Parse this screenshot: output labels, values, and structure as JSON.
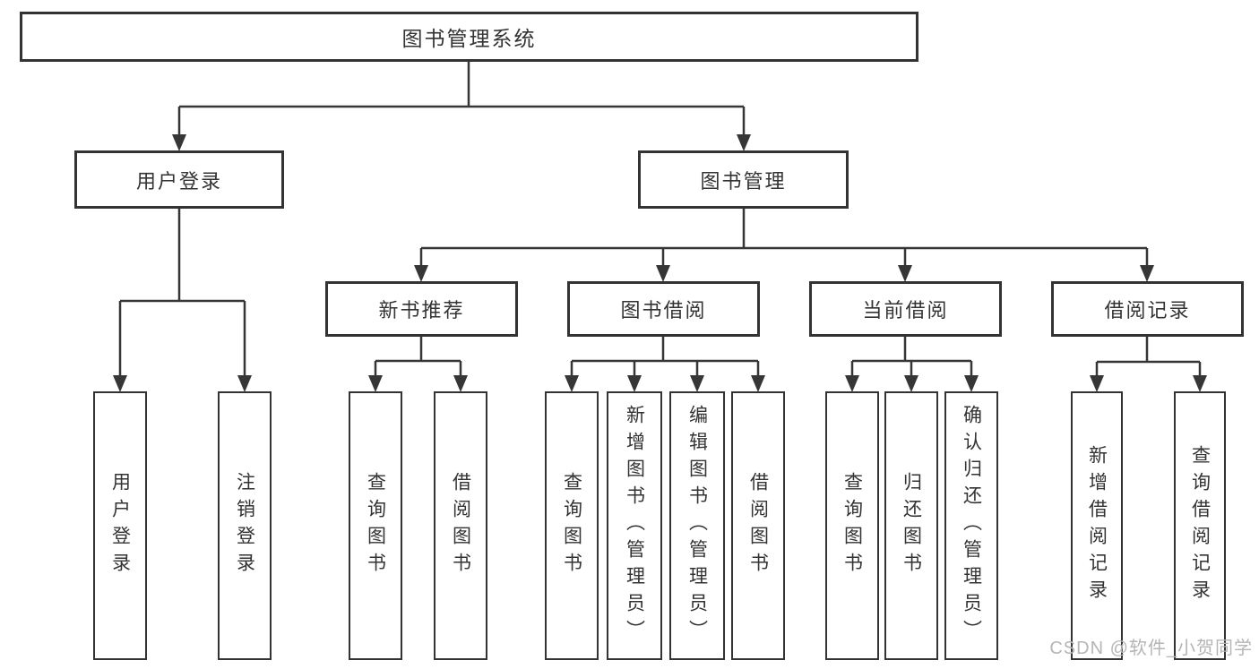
{
  "tree": {
    "label": "图书管理系统",
    "children": [
      {
        "label": "用户登录",
        "children": [
          {
            "label": "用户登录"
          },
          {
            "label": "注销登录"
          }
        ]
      },
      {
        "label": "图书管理",
        "children": [
          {
            "label": "新书推荐",
            "children": [
              {
                "label": "查询图书"
              },
              {
                "label": "借阅图书"
              }
            ]
          },
          {
            "label": "图书借阅",
            "children": [
              {
                "label": "查询图书"
              },
              {
                "label": "新增图书（管理员）"
              },
              {
                "label": "编辑图书（管理员）"
              },
              {
                "label": "借阅图书"
              }
            ]
          },
          {
            "label": "当前借阅",
            "children": [
              {
                "label": "查询图书"
              },
              {
                "label": "归还图书"
              },
              {
                "label": "确认归还（管理员）"
              }
            ]
          },
          {
            "label": "借阅记录",
            "children": [
              {
                "label": "新增借阅记录"
              },
              {
                "label": "查询借阅记录"
              }
            ]
          }
        ]
      }
    ]
  },
  "watermark": "CSDN @软件_小贺同学",
  "colors": {
    "line": "#363636",
    "box_border": "#333333",
    "text": "#333333",
    "watermark": "#b5b5b5",
    "background": "#ffffff"
  }
}
